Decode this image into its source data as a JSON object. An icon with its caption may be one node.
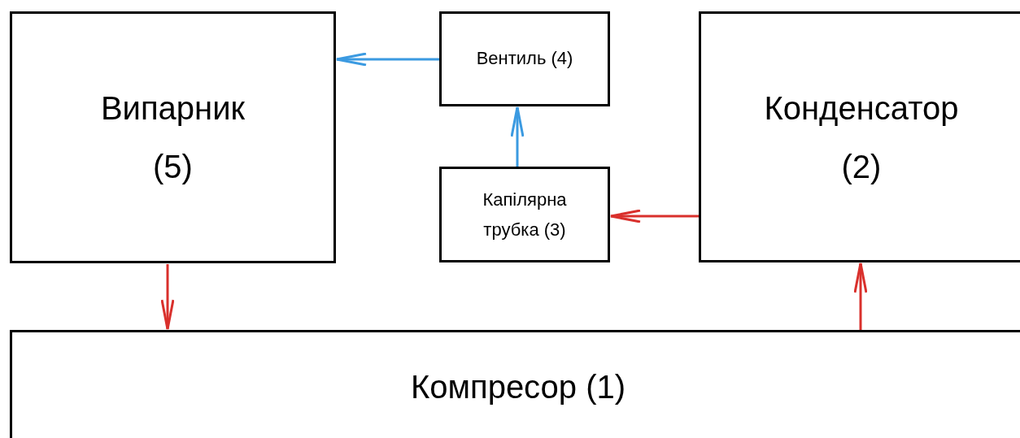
{
  "diagram": {
    "nodes": [
      {
        "text": [
          "Випарник (5)"
        ]
      },
      {
        "text": [
          "Вентиль (4)"
        ]
      },
      {
        "text": [
          "Конденсатор (2)"
        ]
      },
      {
        "text": [
          "Капілярна трубка (3)"
        ]
      },
      {
        "text": [
          "Компресор (1)"
        ]
      }
    ],
    "edges": [
      {
        "from": 1,
        "to": 0,
        "arrow": "to",
        "color": "#3b9ae1"
      },
      {
        "from": 3,
        "to": 1,
        "arrow": "to",
        "color": "#3b9ae1"
      },
      {
        "from": 2,
        "to": 3,
        "arrow": "to"
      },
      {
        "from": 0,
        "to": 4,
        "arrow": "to"
      },
      {
        "from": 4,
        "to": 2,
        "arrow": "to"
      }
    ]
  }
}
